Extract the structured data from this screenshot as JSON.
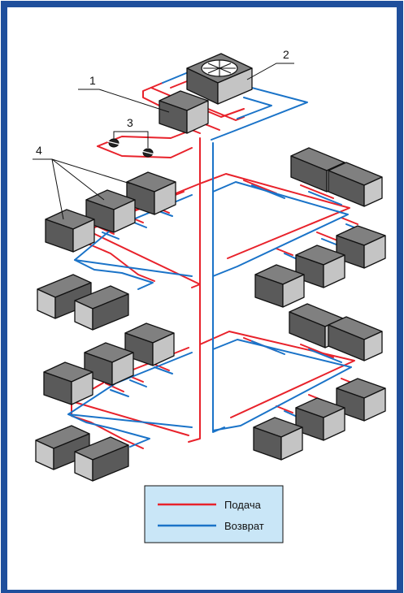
{
  "callouts": {
    "c1": "1",
    "c2": "2",
    "c3": "3",
    "c4": "4"
  },
  "legend": {
    "supply_label": "Подача",
    "return_label": "Возврат"
  },
  "colors": {
    "frame": "#1f4f9c",
    "supply": "#e8222b",
    "return": "#1a73c8",
    "legend_bg": "#c9e6f7",
    "unit_top": "#808080",
    "unit_side": "#c8c8c8",
    "unit_front": "#5a5a5a"
  }
}
